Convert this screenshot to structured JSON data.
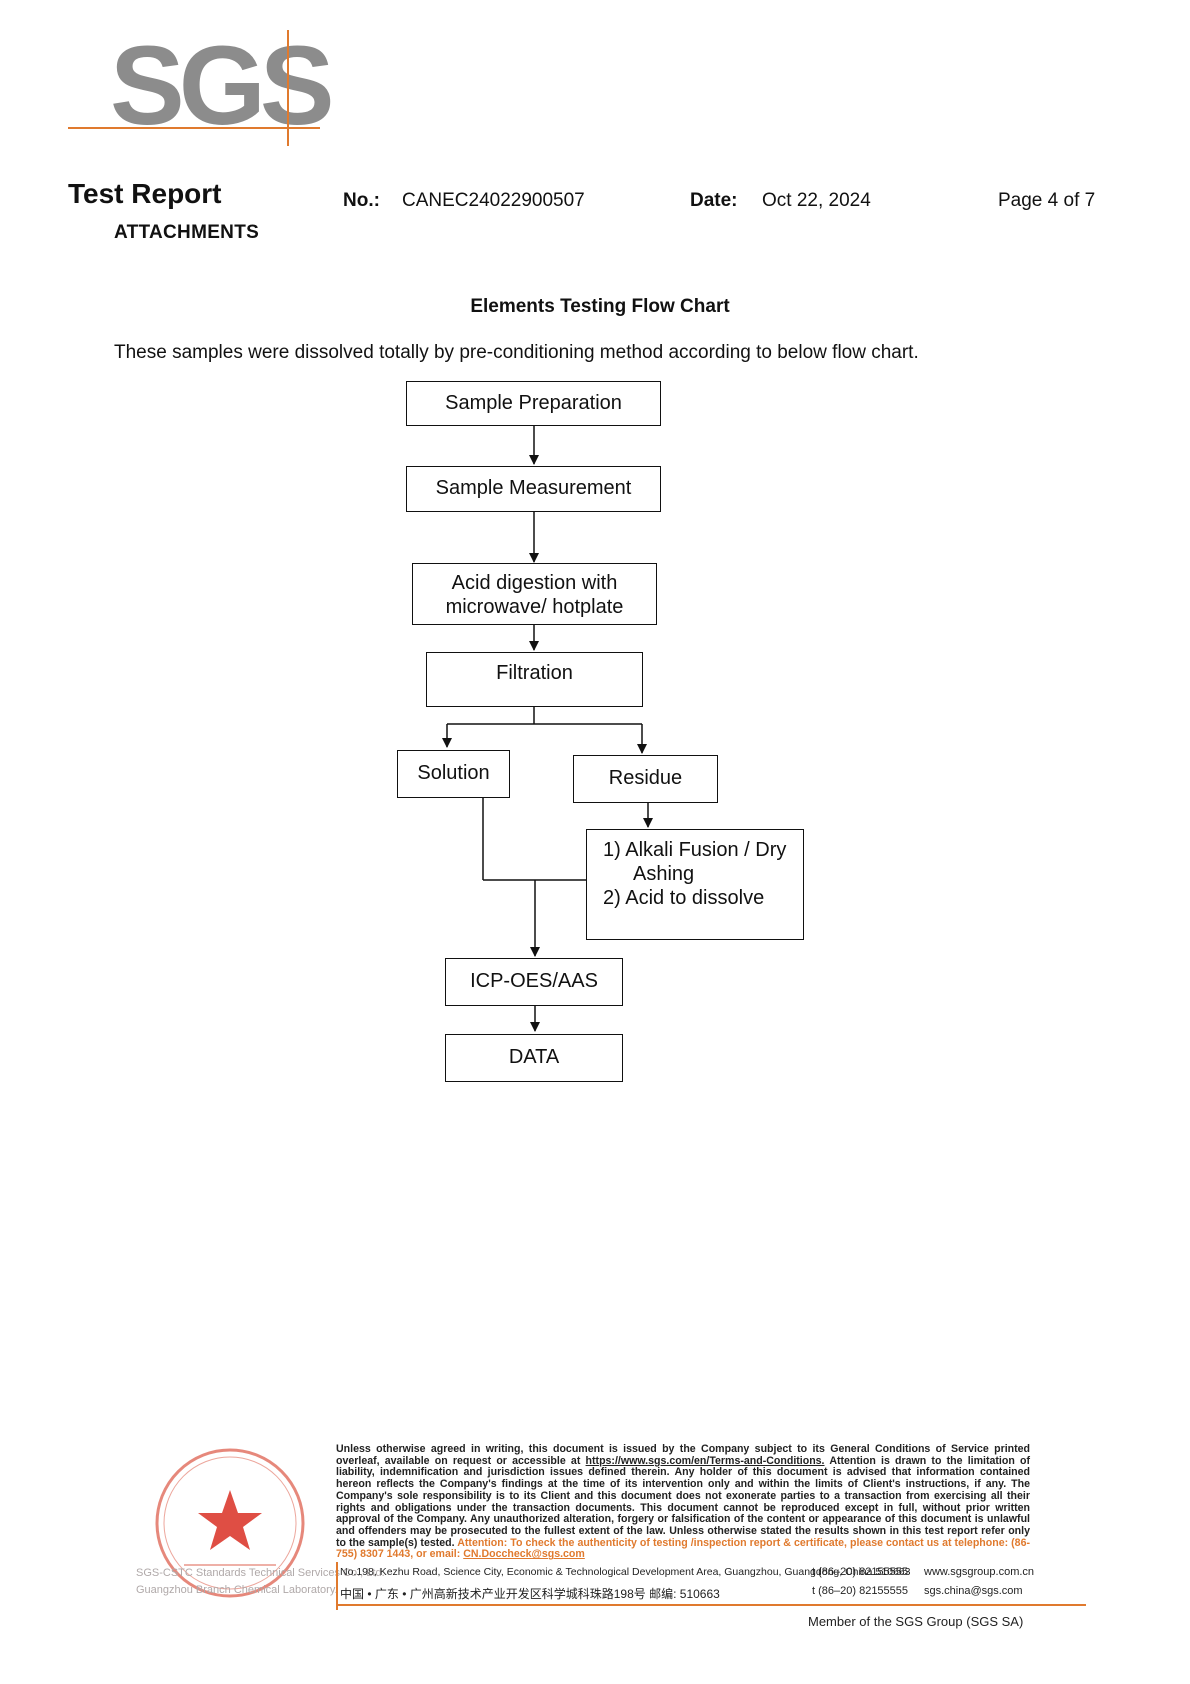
{
  "logo": {
    "text": "SGS",
    "gray": "#8c8c8c",
    "accent": "#e07a2e"
  },
  "header": {
    "title": "Test Report",
    "subtitle": "ATTACHMENTS",
    "no_label": "No.:",
    "no_value": "CANEC24022900507",
    "date_label": "Date:",
    "date_value": "Oct 22, 2024",
    "page": "Page 4 of 7"
  },
  "section": {
    "title": "Elements Testing Flow Chart",
    "intro": "These samples were dissolved totally by pre-conditioning method according to below flow chart."
  },
  "flow": {
    "step1": "Sample Preparation",
    "step2": "Sample Measurement",
    "step3_line1": "Acid digestion with",
    "step3_line2": "microwave/ hotplate",
    "step4": "Filtration",
    "step5": "Solution",
    "step6": "Residue",
    "step7_line1": "1) Alkali Fusion / Dry",
    "step7_line2": "Ashing",
    "step7_line3": "2) Acid to dissolve",
    "step8": "ICP-OES/AAS",
    "step9": "DATA"
  },
  "footer": {
    "disclaimer_1": "Unless otherwise agreed in writing, this document is issued by the Company subject to its General Conditions of Service printed overleaf, available on request or accessible at ",
    "terms_link": "https://www.sgs.com/en/Terms-and-Conditions.",
    "disclaimer_2": " Attention is drawn to the limitation of liability, indemnification and jurisdiction issues defined therein. Any holder of this document is advised that information contained hereon reflects the Company's findings at the time of its intervention only and within the limits of Client's instructions, if any. The Company's sole responsibility is to its Client and this document does not exonerate parties to a transaction from exercising all their rights and obligations under the transaction documents. This document cannot be reproduced except in full, without prior written approval of the Company. Any unauthorized alteration, forgery or falsification of the content or appearance of this document is unlawful and offenders may be prosecuted to the fullest extent of the law. Unless otherwise stated the results shown in this test report refer only to the sample(s) tested.",
    "attention": "Attention: To check the authenticity of testing /inspection report & certificate, please contact us at telephone: (86-755) 8307 1443, or email: ",
    "email_link": "CN.Doccheck@sgs.com",
    "address_en": "No.198, Kezhu Road, Science City, Economic & Technological Development Area, Guangzhou, Guangdong, China 510663",
    "address_cn": "中国 • 广东 • 广州高新技术产业开发区科学城科珠路198号    邮编: 510663",
    "tel1": "t (86–20) 82155555",
    "tel2": "t (86–20) 82155555",
    "web1": "www.sgsgroup.com.cn",
    "web2": "sgs.china@sgs.com",
    "member": "Member of the SGS Group (SGS SA)",
    "stamp_caption1": "SGS-CSTC Standards Technical Services Co., Ltd.",
    "stamp_caption2": "Guangzhou Branch  Chemical Laboratory."
  }
}
